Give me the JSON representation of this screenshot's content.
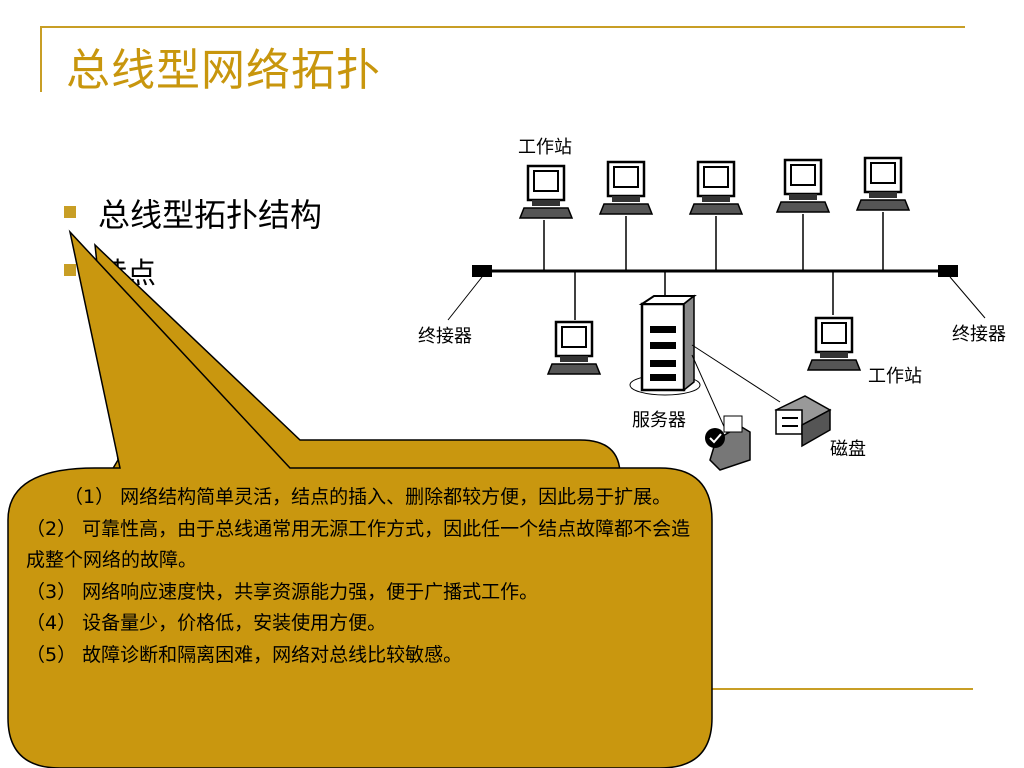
{
  "slide": {
    "title": "总线型网络拓扑",
    "bullets": [
      "总线型拓扑结构",
      "特点"
    ]
  },
  "diagram": {
    "workstation_top": "工作站",
    "terminator_left": "终接器",
    "terminator_right": "终接器",
    "workstation_right": "工作站",
    "server": "服务器",
    "disk": "磁盘"
  },
  "callout": {
    "lines": [
      "（1） 网络结构简单灵活，结点的插入、删除都较方便，因此易于扩展。",
      "（2） 可靠性高，由于总线通常用无源工作方式，因此任一个结点故障都不会造成整个网络的故障。",
      "（3） 网络响应速度快，共享资源能力强，便于广播式工作。",
      "（4） 设备量少，价格低，安装使用方便。",
      "（5） 故障诊断和隔离困难，网络对总线比较敏感。"
    ]
  },
  "colors": {
    "accent": "#c89e25",
    "title": "#c8960d",
    "callout_fill": "#c9970f"
  }
}
